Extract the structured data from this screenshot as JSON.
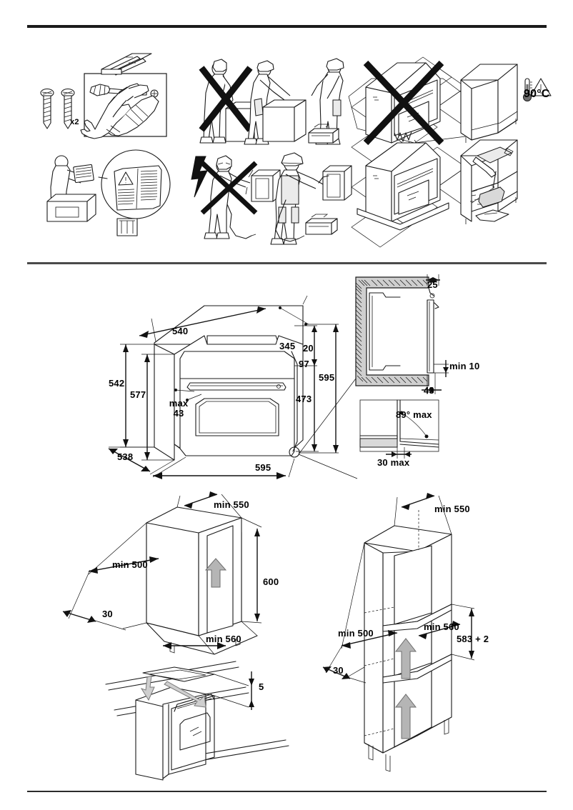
{
  "document": {
    "type": "appliance-installation-instruction-sheet",
    "sections": [
      "safety-pictograms",
      "product-dimensions",
      "cabinet-cutout-dimensions"
    ]
  },
  "safety": {
    "parts": {
      "screw_count_label": "x2",
      "screw_icon": "screw-icon",
      "bracket_icon": "mounting-bracket-icon",
      "screwdriver_icon": "screwdriver-icon",
      "gloves_icon": "protective-gloves-icon",
      "phillips_icon": "phillips-head-icon"
    },
    "manual": {
      "read_manual_icon": "read-manual-icon",
      "warning_triangle_icon": "warning-triangle-icon",
      "book_icon": "open-book-icon"
    },
    "lifting": {
      "one_person_icon": "one-person-lift-icon",
      "one_person_state": "prohibited",
      "two_person_icon": "two-person-lift-icon",
      "two_person_state": "allowed",
      "toolbox_icon": "toolbox-icon"
    },
    "electrical": {
      "hazard_icon": "electric-shock-icon",
      "unqualified_icon": "unqualified-person-icon",
      "unqualified_state": "prohibited",
      "technician_icon": "qualified-technician-icon",
      "technician_state": "allowed"
    },
    "cabinet": {
      "unstable_icon": "unstable-cabinet-icon",
      "unstable_state": "prohibited",
      "empty_cabinet_icon": "empty-cabinet-icon",
      "secured_oven_icon": "secured-oven-icon",
      "clean_cabinet_icon": "clean-cabinet-icon",
      "temperature_label": "90°C",
      "thermometer_icon": "thermometer-icon",
      "heat_warning_icon": "heat-warning-triangle-icon"
    }
  },
  "product_dimensions": {
    "title_icon": "oven-dimension-drawing",
    "width_top": "540",
    "depth_side": "538",
    "height_left": "542",
    "height_front": "577",
    "width_front": "595",
    "height_right": "595",
    "door_handle_depth": "345",
    "top_gap": "20",
    "control_height": "97",
    "cavity_height": "473",
    "max_overhang_label": "max",
    "max_overhang_value": "43"
  },
  "detail_section": {
    "top_clearance": "25",
    "min_rear_gap": "min 10",
    "bottom_depth": "43"
  },
  "detail_angle": {
    "max_angle": "89° max",
    "max_offset": "30 max"
  },
  "cabinet_under_counter": {
    "depth_top": "min 550",
    "depth_side": "min 500",
    "rear_vent": "30",
    "height": "600",
    "width": "min 560"
  },
  "cabinet_hob_clearance": {
    "gap": "5"
  },
  "cabinet_tall": {
    "depth_top": "min 550",
    "width": "min 560",
    "height": "583 + 2",
    "depth_side": "min 500",
    "rear_vent": "30"
  }
}
